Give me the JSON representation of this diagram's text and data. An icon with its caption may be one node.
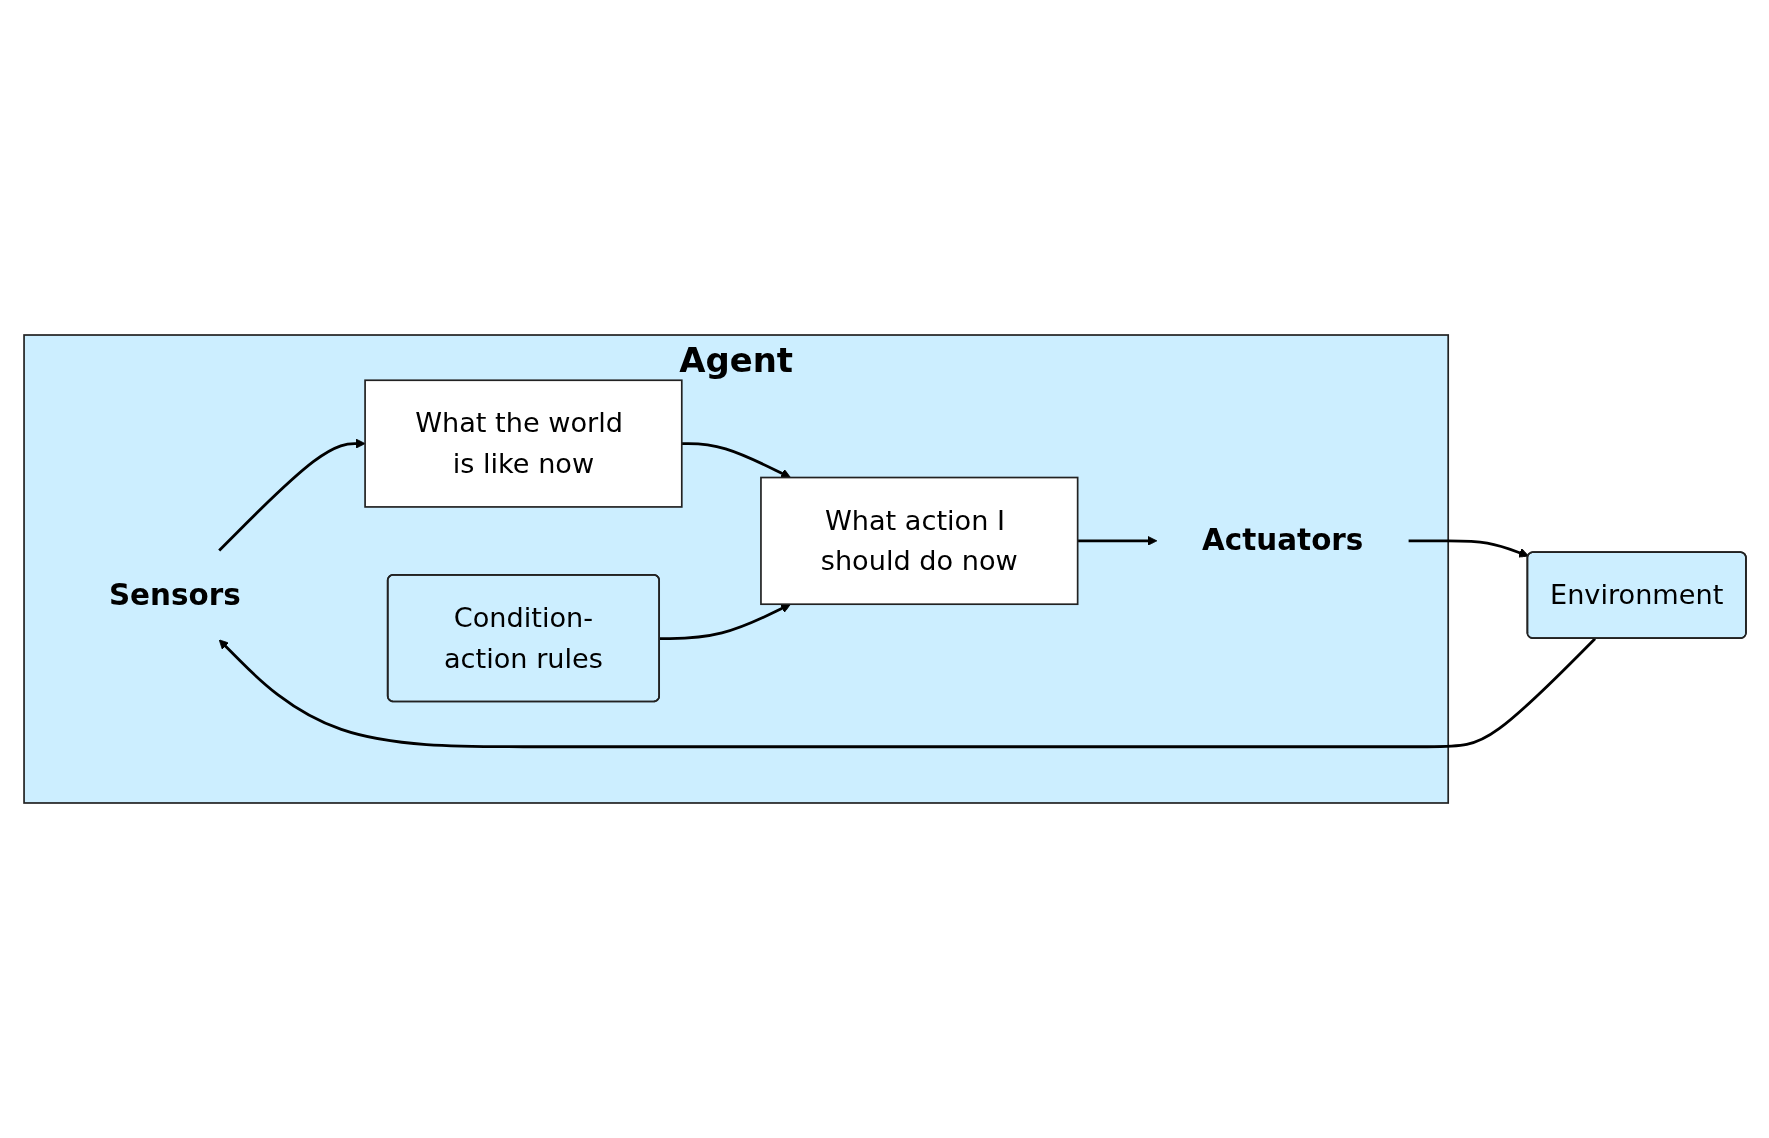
{
  "diagram": {
    "nodes": [
      {
        "text": [
          "Agent"
        ]
      },
      {
        "text": [
          "Environment"
        ]
      },
      {
        "text": [
          "Sensors"
        ],
        "in": 0
      },
      {
        "text": [
          "What the world is like now"
        ],
        "in": 0
      },
      {
        "text": [
          "Condition-action rules"
        ],
        "in": 0
      },
      {
        "text": [
          "What action I should do now"
        ],
        "in": 0
      },
      {
        "text": [
          "Actuators"
        ],
        "in": 0
      }
    ],
    "edges": [
      {
        "from": 1,
        "to": 2,
        "arrow": "to"
      },
      {
        "from": 2,
        "to": 3,
        "arrow": "to"
      },
      {
        "from": 3,
        "to": 5,
        "arrow": "to"
      },
      {
        "from": 4,
        "to": 5,
        "arrow": "to"
      },
      {
        "from": 5,
        "to": 6,
        "arrow": "to"
      },
      {
        "from": 6,
        "to": 1,
        "arrow": "to"
      }
    ]
  }
}
